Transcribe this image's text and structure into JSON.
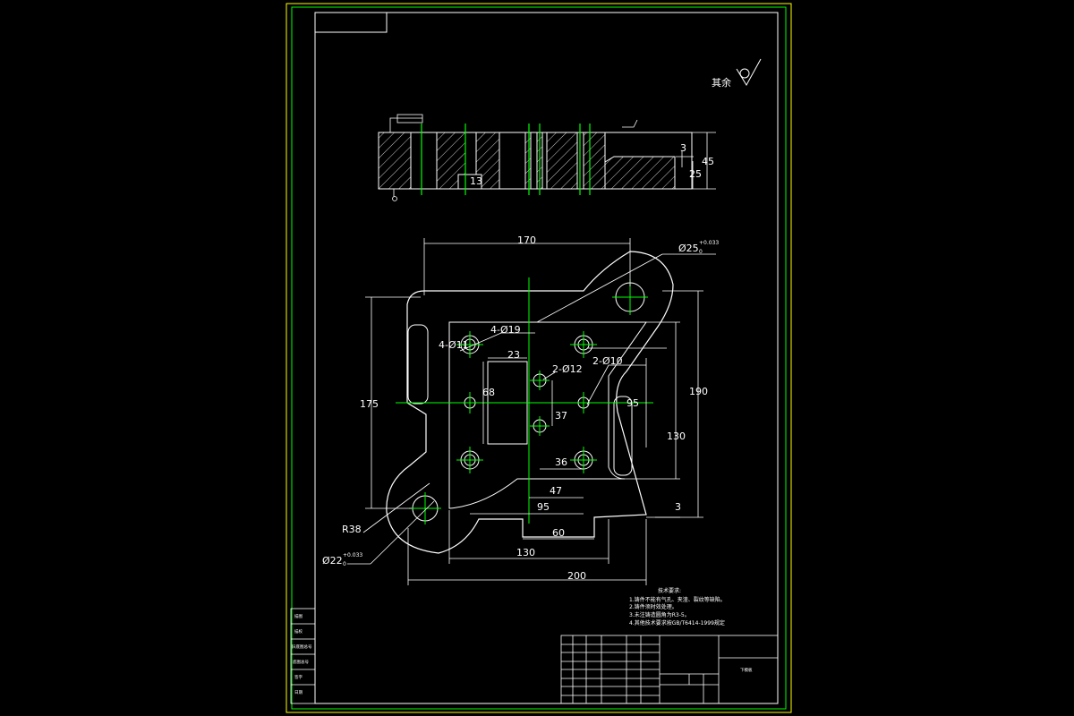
{
  "dims": {
    "d170": "170",
    "d175": "175",
    "d190": "190",
    "d130_right": "130",
    "d130_bottom": "130",
    "d200": "200",
    "d60": "60",
    "d95_bottom": "95",
    "d95_right": "95",
    "d47": "47",
    "d36": "36",
    "d37": "37",
    "d23": "23",
    "d68": "68",
    "d3": "3",
    "d3_side": "3",
    "d45": "45",
    "d25": "25",
    "d13": "13",
    "r38": "R38"
  },
  "hole_callouts": {
    "four_19": "4-Ø19",
    "four_11": "4-Ø11",
    "two_12": "2-Ø12",
    "two_10": "2-Ø10",
    "bore_25": "Ø25",
    "bore_25_tol": "+0.033",
    "bore_25_zero": "0",
    "bore_22": "Ø22",
    "bore_22_tol": "+0.033",
    "bore_22_zero": "0"
  },
  "surface": {
    "rest_label": "其余"
  },
  "notes": {
    "title": "技术要求:",
    "items": [
      "1.铸件不能有气孔、夹渣、裂纹等缺陷。",
      "2.铸件须时效处理。",
      "3.未注铸造圆角为R3-5。",
      "4.其他技术要求按GB/T6414-1999规定"
    ]
  },
  "title_block": {
    "part_name": "下模板"
  },
  "side_stamps": [
    "描图",
    "描校",
    "旧底图总号",
    "底图总号",
    "签字",
    "日期"
  ]
}
